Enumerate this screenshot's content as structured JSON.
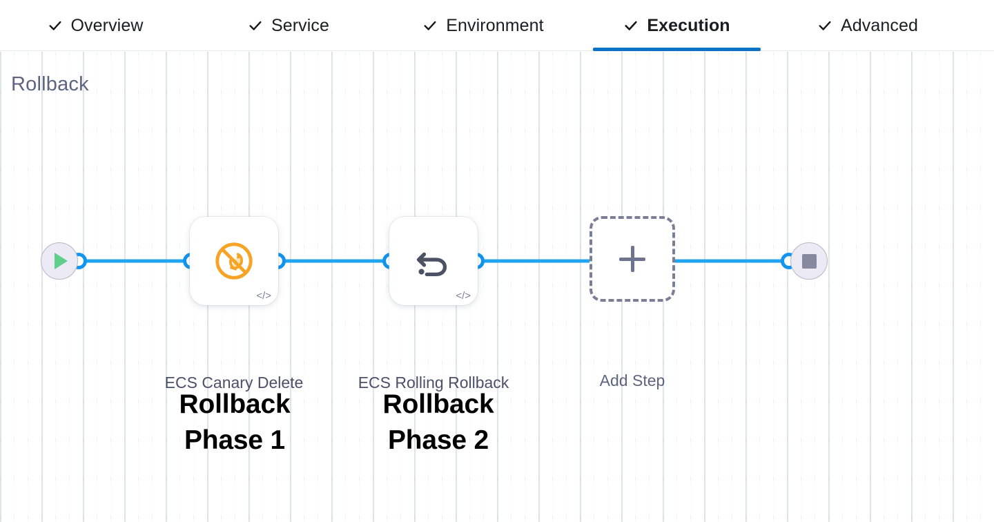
{
  "tabs": [
    {
      "id": "overview",
      "label": "Overview",
      "icon": "check-icon",
      "active": false,
      "complete": true
    },
    {
      "id": "service",
      "label": "Service",
      "icon": "check-icon",
      "active": false,
      "complete": true
    },
    {
      "id": "environment",
      "label": "Environment",
      "icon": "check-icon",
      "active": false,
      "complete": true
    },
    {
      "id": "execution",
      "label": "Execution",
      "icon": "check-icon",
      "active": true,
      "complete": true
    },
    {
      "id": "advanced",
      "label": "Advanced",
      "icon": "check-icon",
      "active": false,
      "complete": true
    }
  ],
  "section": {
    "title": "Rollback"
  },
  "pipeline": {
    "start_node": {
      "name": "start-node",
      "icon": "play-icon"
    },
    "end_node": {
      "name": "end-node",
      "icon": "stop-icon"
    },
    "steps": [
      {
        "id": "ecs-canary-delete",
        "label": "ECS Canary\nDelete",
        "icon": "ecs-canary-delete-icon",
        "badge": "</>",
        "annotation": "Rollback\nPhase 1"
      },
      {
        "id": "ecs-rolling-rollback",
        "label": "ECS Rolling\nRollback",
        "icon": "rollback-arrow-icon",
        "badge": "</>",
        "annotation": "Rollback\nPhase 2"
      }
    ],
    "add_step": {
      "label": "Add Step",
      "icon": "plus-icon"
    }
  },
  "colors": {
    "accent_tab_underline": "#0c72c5",
    "edge_blue": "#21a3f0",
    "canary_orange": "#f7a325",
    "rollback_gray": "#4c5163",
    "title_gray": "#5d6480",
    "terminal_fill": "#eceaf4",
    "play_green": "#5fce8a",
    "stop_gray": "#878a9e",
    "grid_blue": "#cee4f4"
  }
}
